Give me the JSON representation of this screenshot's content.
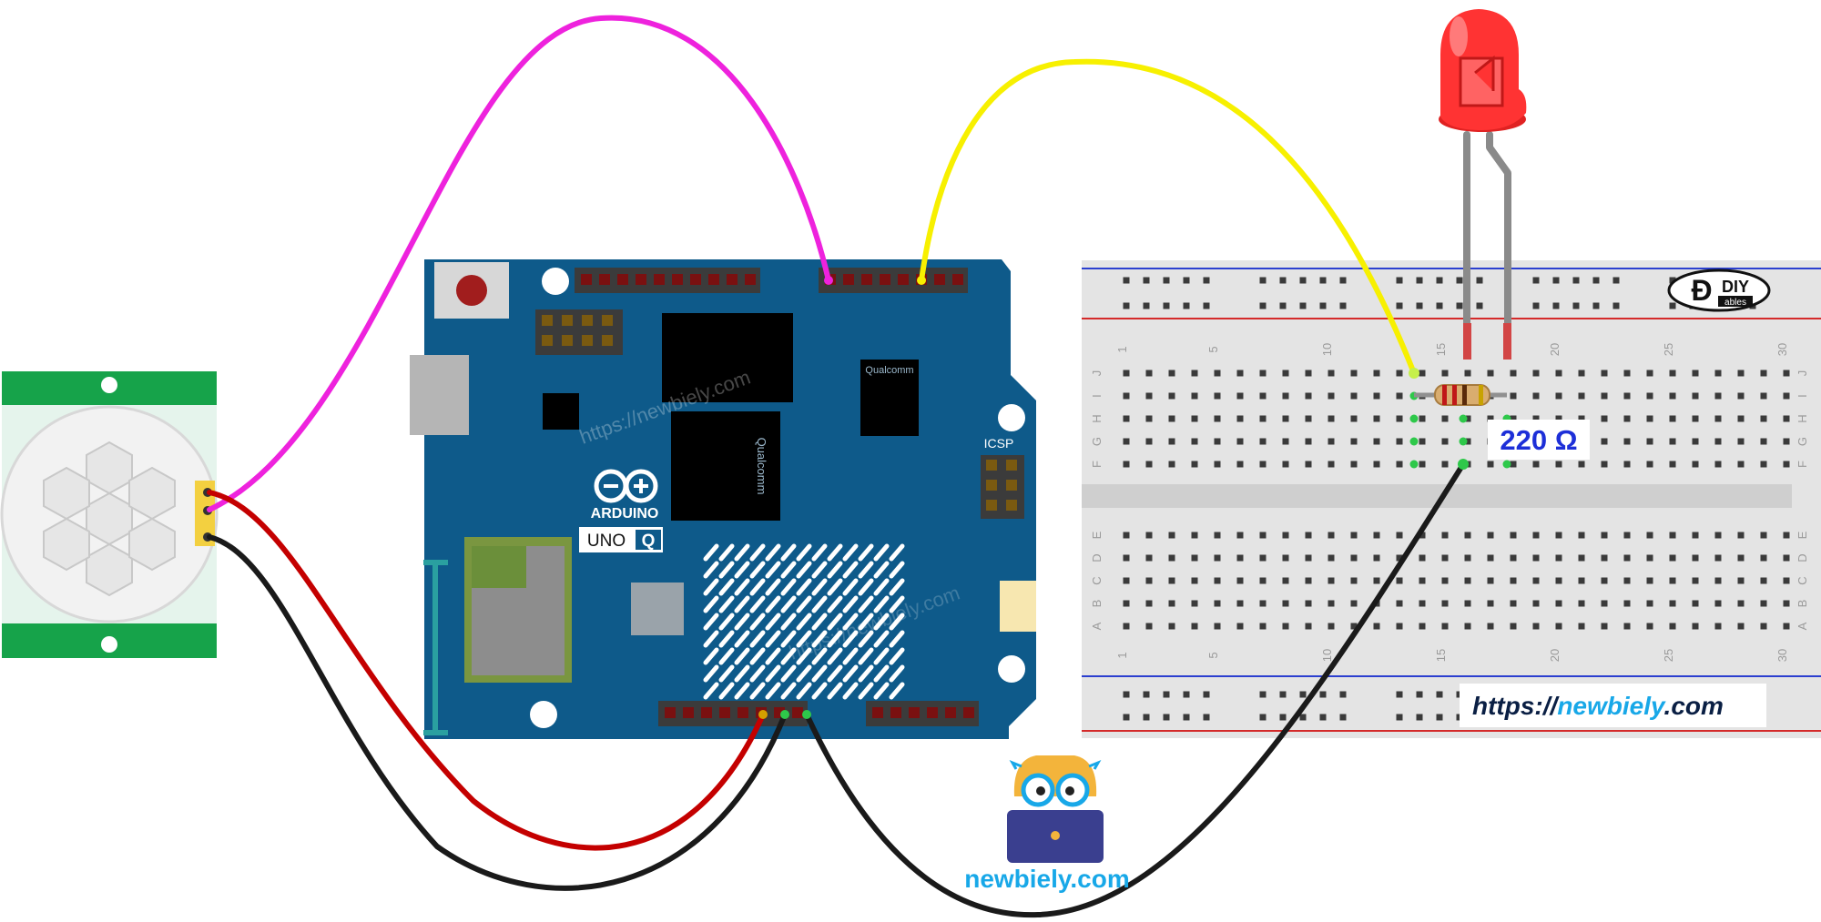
{
  "board": {
    "brand": "ARDUINO",
    "model_a": "UNO",
    "model_b": "Q",
    "icsp_label": "ICSP",
    "chip_label_1": "Qualcomm",
    "chip_label_2": "Qualcomm",
    "watermark": "https://newbiely.com"
  },
  "breadboard": {
    "brand": "DIY",
    "brand_sub": "ables",
    "col_numbers": [
      "1",
      "5",
      "10",
      "15",
      "20",
      "25",
      "30"
    ],
    "row_letters_top": [
      "J",
      "I",
      "H",
      "G",
      "F"
    ],
    "row_letters_bottom": [
      "E",
      "D",
      "C",
      "B",
      "A"
    ],
    "url_prefix": "https://",
    "url_domain": "newbiely",
    "url_suffix": ".com"
  },
  "resistor": {
    "label": "220 Ω"
  },
  "logo": {
    "text": "newbiely.com"
  },
  "colors": {
    "board_blue": "#0e5a8a",
    "wire_magenta": "#ee22dd",
    "wire_yellow": "#f7f000",
    "wire_red": "#c40000",
    "wire_black": "#1a1a1a",
    "led_red": "#ff3333",
    "pir_green": "#16a34a",
    "label_blue": "#1d2fd8",
    "logo_cyan": "#18a8e8"
  }
}
